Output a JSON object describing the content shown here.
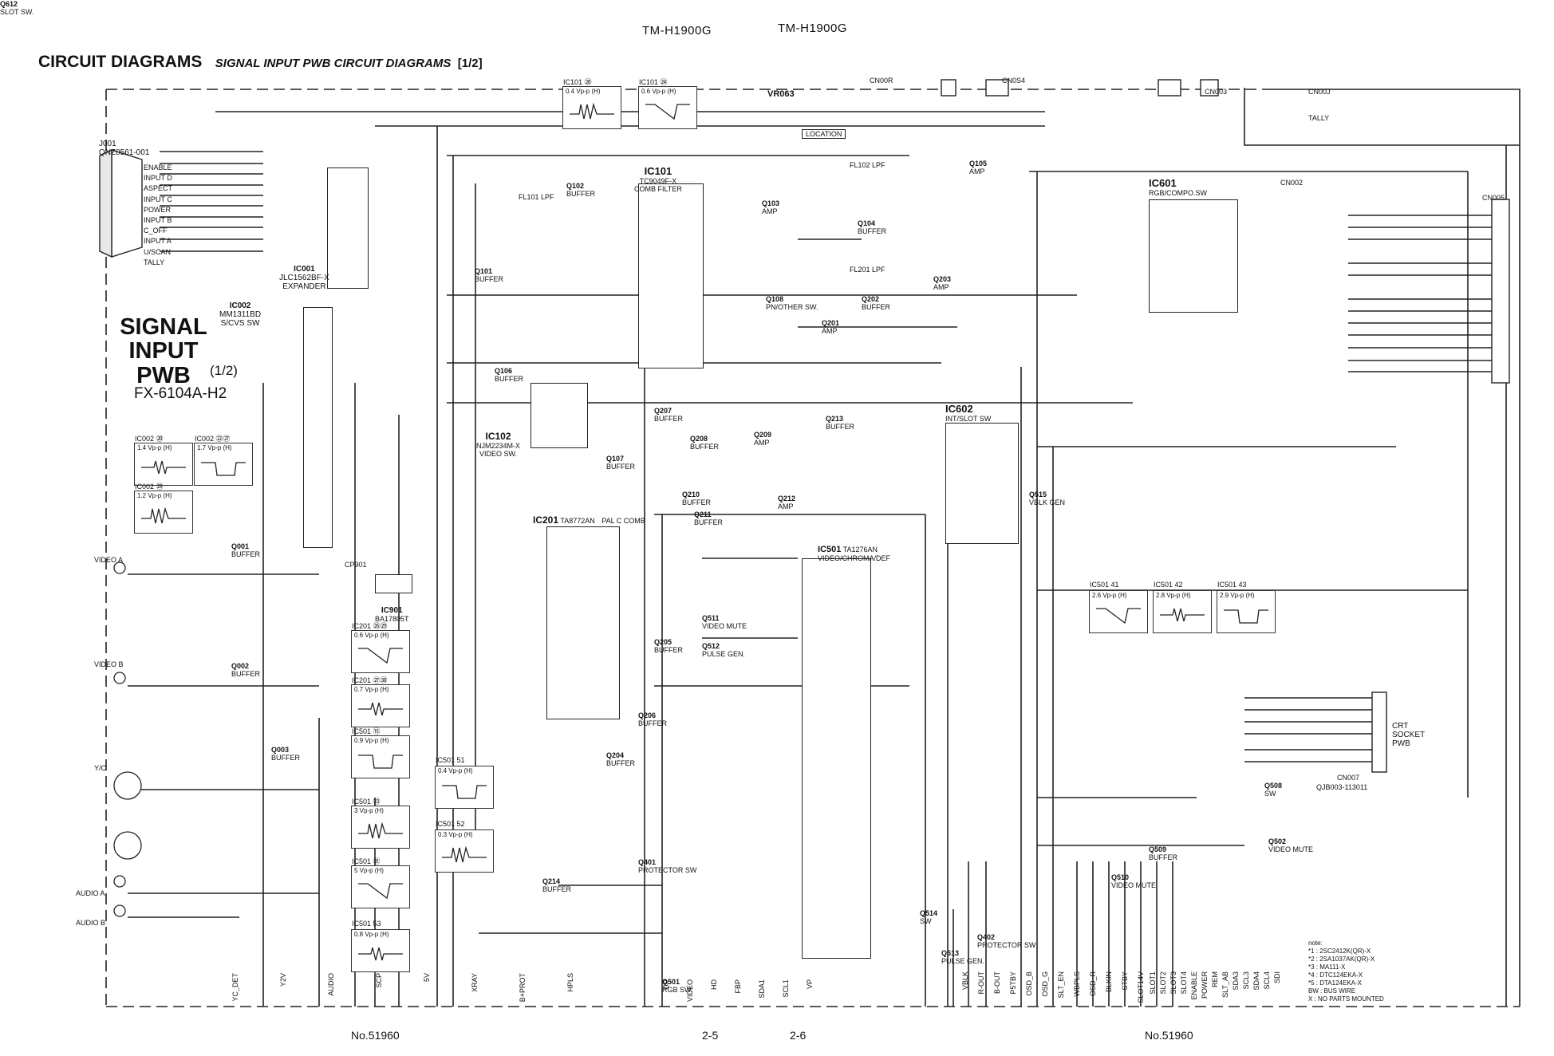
{
  "header": {
    "model_left": "TM-H1900G",
    "model_right": "TM-H1900G"
  },
  "title": {
    "main": "CIRCUIT DIAGRAMS",
    "sub": "SIGNAL INPUT PWB CIRCUIT DIAGRAMS",
    "part": "[1/2]"
  },
  "board": {
    "line1": "SIGNAL",
    "line2": "INPUT",
    "line3": "PWB",
    "part": "(1/2)",
    "model": "FX-6104A-H2"
  },
  "ics": {
    "ic001": {
      "ref": "IC001",
      "part": "JLC1562BF-X",
      "desc": "EXPANDER"
    },
    "ic002": {
      "ref": "IC002",
      "part": "MM1311BD",
      "desc": "S/CVS SW"
    },
    "ic101": {
      "ref": "IC101",
      "part": "TC9049F-X",
      "desc": "COMB FILTER"
    },
    "ic102": {
      "ref": "IC102",
      "part": "NJM2234M-X",
      "desc": "VIDEO SW."
    },
    "ic201": {
      "ref": "IC201",
      "part": "TA8772AN",
      "desc": "PAL C COMB"
    },
    "ic501": {
      "ref": "IC501",
      "part": "TA1276AN",
      "desc": "VIDEO/CHROMA/DEF"
    },
    "ic601": {
      "ref": "IC601",
      "desc": "RGB/COMPO.SW"
    },
    "ic602": {
      "ref": "IC602",
      "desc": "INT/SLOT SW"
    },
    "ic901": {
      "ref": "IC901",
      "part": "BA17805T"
    }
  },
  "connectors": {
    "j001": {
      "ref": "J001",
      "part": "QNZ0561-001"
    },
    "video_a": "VIDEO A",
    "video_b": "VIDEO B",
    "yc": "Y/C",
    "audio_a": "AUDIO A",
    "audio_b": "AUDIO B",
    "cn007": "CN007",
    "cn007_part": "QJB003-113011",
    "crt": "CRT SOCKET PWB",
    "cn002": "CN002",
    "cn005": "CN005",
    "cn00r": "CN00R",
    "cn0s4": "CN0S4",
    "cn003": "CN003",
    "cn00j": "CN00J"
  },
  "j001_pins": [
    "ENABLE",
    "INPUT D",
    "ASPECT",
    "INPUT C",
    "POWER",
    "INPUT B",
    "C_OFF",
    "INPUT A",
    "U/SCAN",
    "TALLY"
  ],
  "waveforms": [
    {
      "ref": "IC101",
      "pin": "⑳",
      "value": "0.4 Vp-p (H)"
    },
    {
      "ref": "IC101",
      "pin": "㉔",
      "value": "0.6 Vp-p (H)"
    },
    {
      "ref": "IC002",
      "pin": "⑳",
      "value": "1.4 Vp-p (H)"
    },
    {
      "ref": "IC002",
      "pin": "㉒㉗",
      "value": "1.7 Vp-p (H)"
    },
    {
      "ref": "IC002",
      "pin": "㉙",
      "value": "1.2 Vp-p (H)"
    },
    {
      "ref": "IC201",
      "pin": "㉖㉙",
      "value": "0.6 Vp-p (H)"
    },
    {
      "ref": "IC201",
      "pin": "㉗㉚",
      "value": "0.7 Vp-p (H)"
    },
    {
      "ref": "IC501",
      "pin": "⑮",
      "value": "0.9 Vp-p (H)"
    },
    {
      "ref": "IC501",
      "pin": "㉓",
      "value": "3 Vp-p (H)"
    },
    {
      "ref": "IC501",
      "pin": "㉛",
      "value": "5 Vp-p (H)"
    },
    {
      "ref": "IC501",
      "pin": "53",
      "value": "0.8 Vp-p (H)"
    },
    {
      "ref": "IC501",
      "pin": "51",
      "value": "0.4 Vp-p (H)"
    },
    {
      "ref": "IC501",
      "pin": "52",
      "value": "0.3 Vp-p (H)"
    },
    {
      "ref": "IC501",
      "pin": "41",
      "value": "2.6 Vp-p (H)"
    },
    {
      "ref": "IC501",
      "pin": "42",
      "value": "2.8 Vp-p (H)"
    },
    {
      "ref": "IC501",
      "pin": "43",
      "value": "2.9 Vp-p (H)"
    }
  ],
  "transistors": [
    {
      "ref": "Q001",
      "desc": "BUFFER"
    },
    {
      "ref": "Q002",
      "desc": "BUFFER"
    },
    {
      "ref": "Q003",
      "desc": "BUFFER"
    },
    {
      "ref": "Q101",
      "desc": "BUFFER"
    },
    {
      "ref": "Q102",
      "desc": "BUFFER"
    },
    {
      "ref": "Q103",
      "desc": "AMP"
    },
    {
      "ref": "Q104",
      "desc": "BUFFER"
    },
    {
      "ref": "Q105",
      "desc": "AMP"
    },
    {
      "ref": "Q106",
      "desc": "BUFFER"
    },
    {
      "ref": "Q107",
      "desc": "BUFFER"
    },
    {
      "ref": "Q108",
      "desc": "PN/OTHER SW."
    },
    {
      "ref": "Q201",
      "desc": "AMP"
    },
    {
      "ref": "Q202",
      "desc": "BUFFER"
    },
    {
      "ref": "Q203",
      "desc": "AMP"
    },
    {
      "ref": "Q204",
      "desc": "BUFFER"
    },
    {
      "ref": "Q205",
      "desc": "BUFFER"
    },
    {
      "ref": "Q206",
      "desc": "BUFFER"
    },
    {
      "ref": "Q207",
      "desc": "BUFFER"
    },
    {
      "ref": "Q208",
      "desc": "BUFFER"
    },
    {
      "ref": "Q209",
      "desc": "AMP"
    },
    {
      "ref": "Q210",
      "desc": "BUFFER"
    },
    {
      "ref": "Q211",
      "desc": "BUFFER"
    },
    {
      "ref": "Q212",
      "desc": "AMP"
    },
    {
      "ref": "Q213",
      "desc": "BUFFER"
    },
    {
      "ref": "Q214",
      "desc": "BUFFER"
    },
    {
      "ref": "Q401",
      "desc": "PROTECTOR SW"
    },
    {
      "ref": "Q402",
      "desc": "PROTECTOR SW"
    },
    {
      "ref": "Q501",
      "desc": "RGB SW."
    },
    {
      "ref": "Q502",
      "desc": "VIDEO MUTE"
    },
    {
      "ref": "Q508",
      "desc": "SW"
    },
    {
      "ref": "Q509",
      "desc": "BUFFER"
    },
    {
      "ref": "Q510",
      "desc": "VIDEO MUTE"
    },
    {
      "ref": "Q511",
      "desc": "VIDEO MUTE"
    },
    {
      "ref": "Q512",
      "desc": "PULSE GEN."
    },
    {
      "ref": "Q513",
      "desc": "PULSE GEN."
    },
    {
      "ref": "Q514",
      "desc": "SW"
    },
    {
      "ref": "Q515",
      "desc": "VBLK GEN"
    },
    {
      "ref": "Q612",
      "desc": "SLOT SW."
    }
  ],
  "bottom_signals_left": [
    "YC_DET",
    "Y2V",
    "AUDIO",
    "SCP",
    "5V",
    "XRAY",
    "B+PROT",
    "HPLS"
  ],
  "bottom_signals_mid": [
    "CP",
    "VIDEO",
    "HD",
    "FBP",
    "SDA1",
    "SCL1",
    "VP"
  ],
  "bottom_signals_right": [
    "VBLK",
    "R-OUT",
    "B-OUT",
    "P5TBY",
    "OSD_B",
    "OSD_G",
    "SLT_EN",
    "WBPLS",
    "OSD_R",
    "BLKIN",
    "STBY",
    "SLOT14V"
  ],
  "bottom_signals_far": [
    "SLOT1",
    "SLOT2",
    "SLOT3",
    "SLOT4",
    "ENABLE",
    "POWER",
    "REM",
    "SLT_AB",
    "SDA3",
    "SCL3",
    "SDA4",
    "SCL4",
    "SDI"
  ],
  "notes": {
    "title": "note:",
    "items": [
      "*1 : 2SC2412K(QR)-X",
      "*2 : 2SA1037AK(QR)-X",
      "*3 : MA111-X",
      "*4 : DTC124EKA-X",
      "*5 : DTA124EKA-X",
      "BW : BUS WIRE",
      "X : NO PARTS MOUNTED"
    ]
  },
  "footer": {
    "doc_left": "No.51960",
    "page_left": "2-5",
    "page_right": "2-6",
    "doc_right": "No.51960"
  },
  "misc_labels": {
    "vr063": "VR063",
    "location": "LOCATION",
    "tally": "TALLY",
    "fl101": "FL101  LPF",
    "fl102": "FL102  LPF",
    "fl201": "FL201  LPF",
    "cp901": "CP901"
  }
}
